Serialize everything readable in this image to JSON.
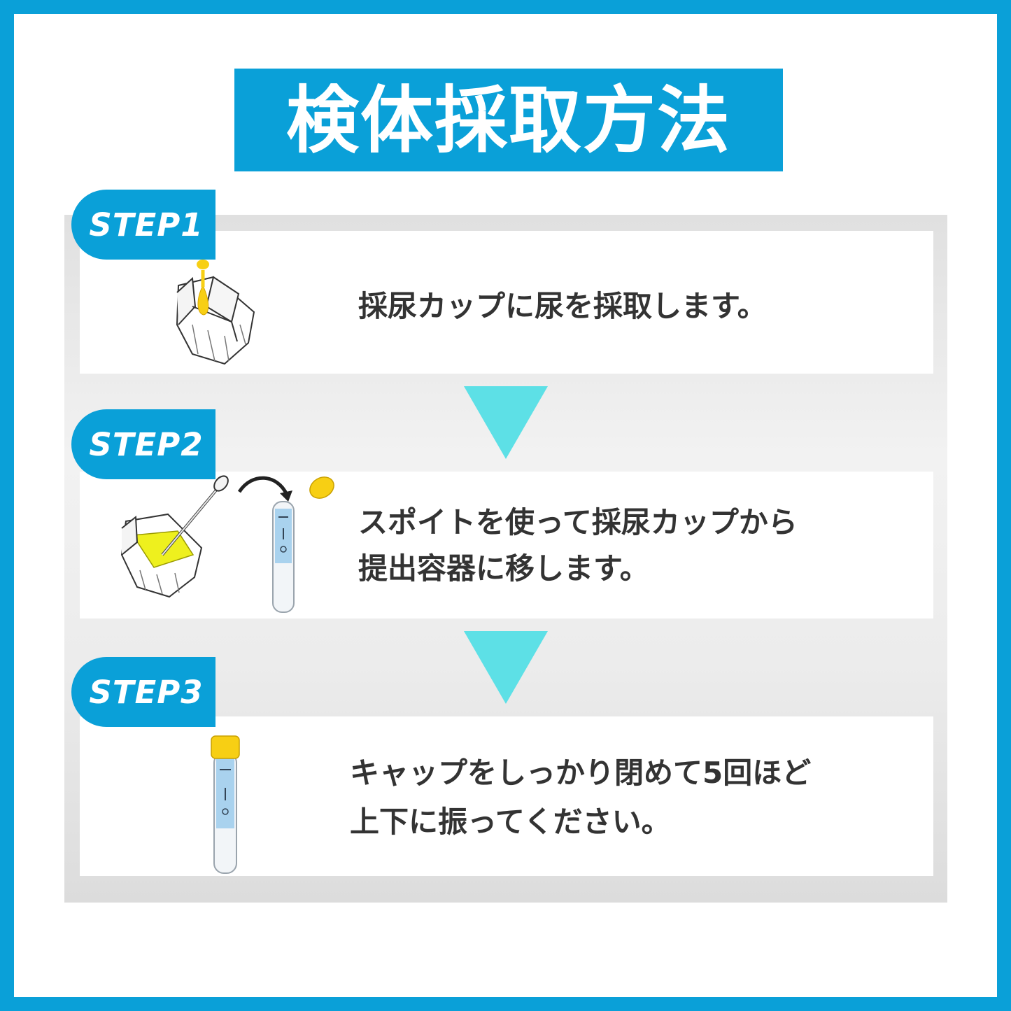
{
  "title": "検体採取方法",
  "colors": {
    "brand": "#0aa0d8",
    "arrow": "#5de0e6",
    "urine": "#f0e02a",
    "cap": "#f7cf14"
  },
  "steps": [
    {
      "badge": "STEP1",
      "lines": [
        "採尿カップに尿を採取します。"
      ],
      "icon": "urine-cup-icon"
    },
    {
      "badge": "STEP2",
      "lines": [
        "スポイトを使って採尿カップから",
        "提出容器に移します。"
      ],
      "icon": "pipette-transfer-icon"
    },
    {
      "badge": "STEP3",
      "lines": [
        "キャップをしっかり閉めて5回ほど",
        "上下に振ってください。"
      ],
      "icon": "sample-tube-icon"
    }
  ]
}
